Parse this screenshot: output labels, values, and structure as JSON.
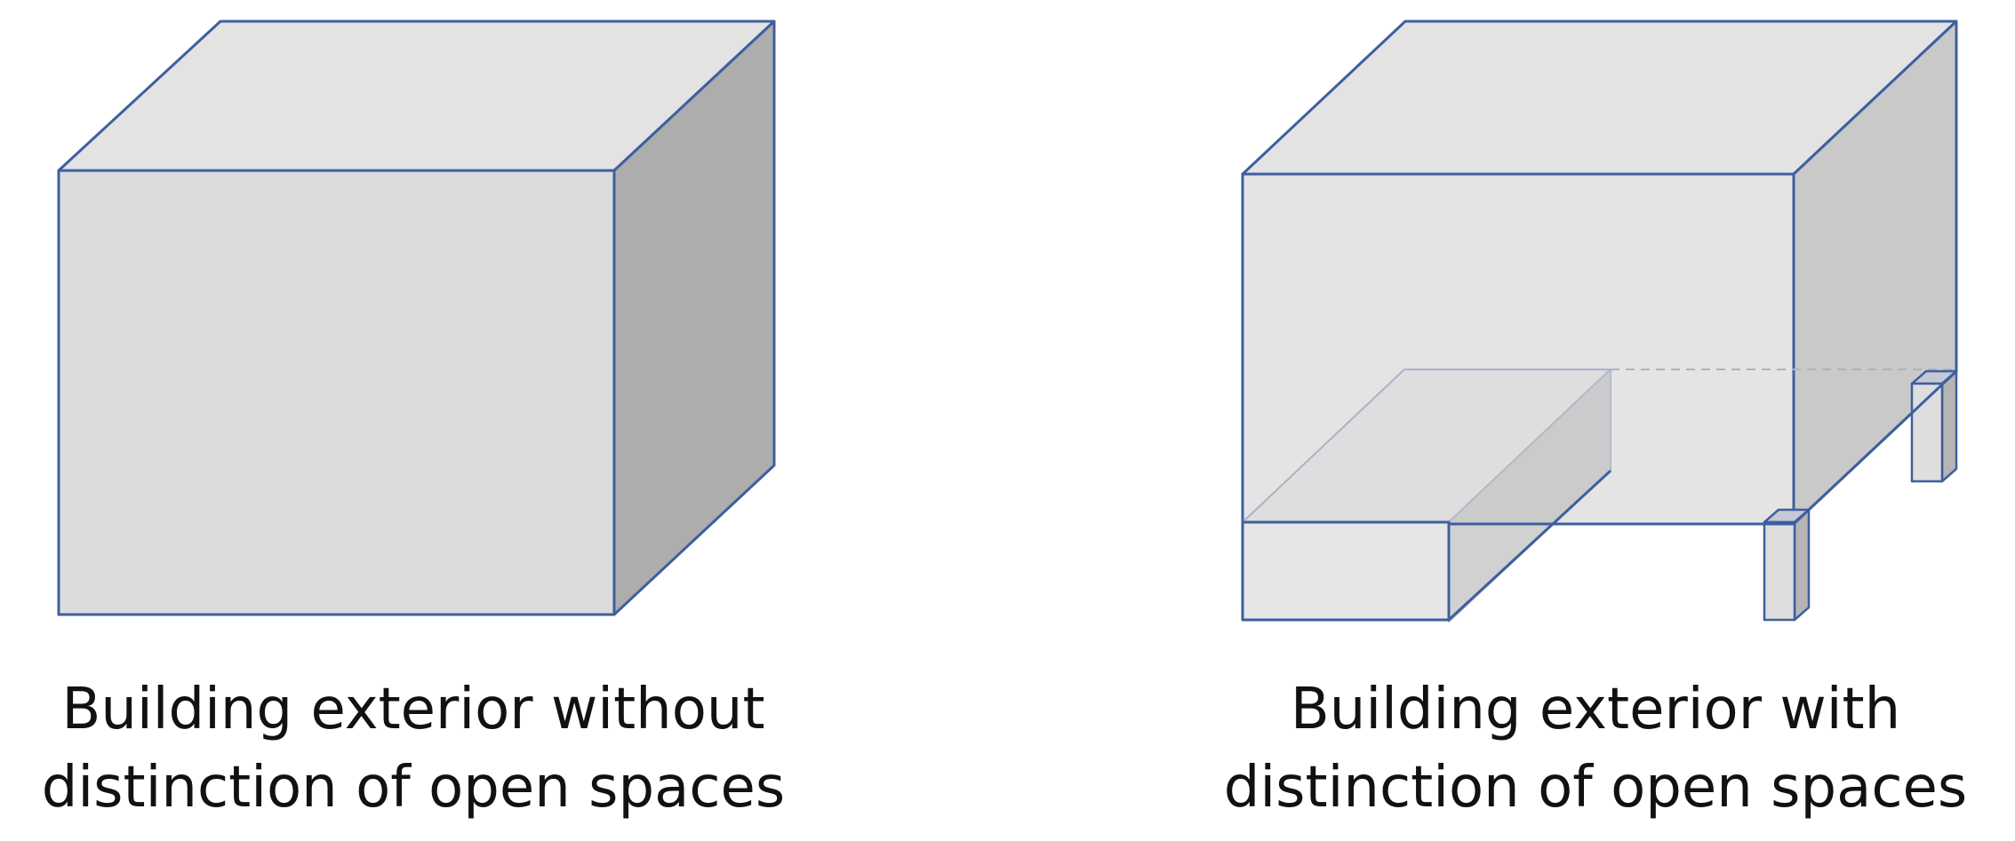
{
  "colors": {
    "outline": "#3e5f9e",
    "face_front": "#dcdcdc",
    "face_top": "#e3e3e3",
    "face_side": "#adadad",
    "face_side_light": "#c9c9c9",
    "text": "#111111"
  },
  "left_panel": {
    "caption_line1": "Building exterior without",
    "caption_line2": "distinction of open spaces"
  },
  "right_panel": {
    "caption_line1": "Building exterior with",
    "caption_line2": "distinction of open spaces"
  }
}
